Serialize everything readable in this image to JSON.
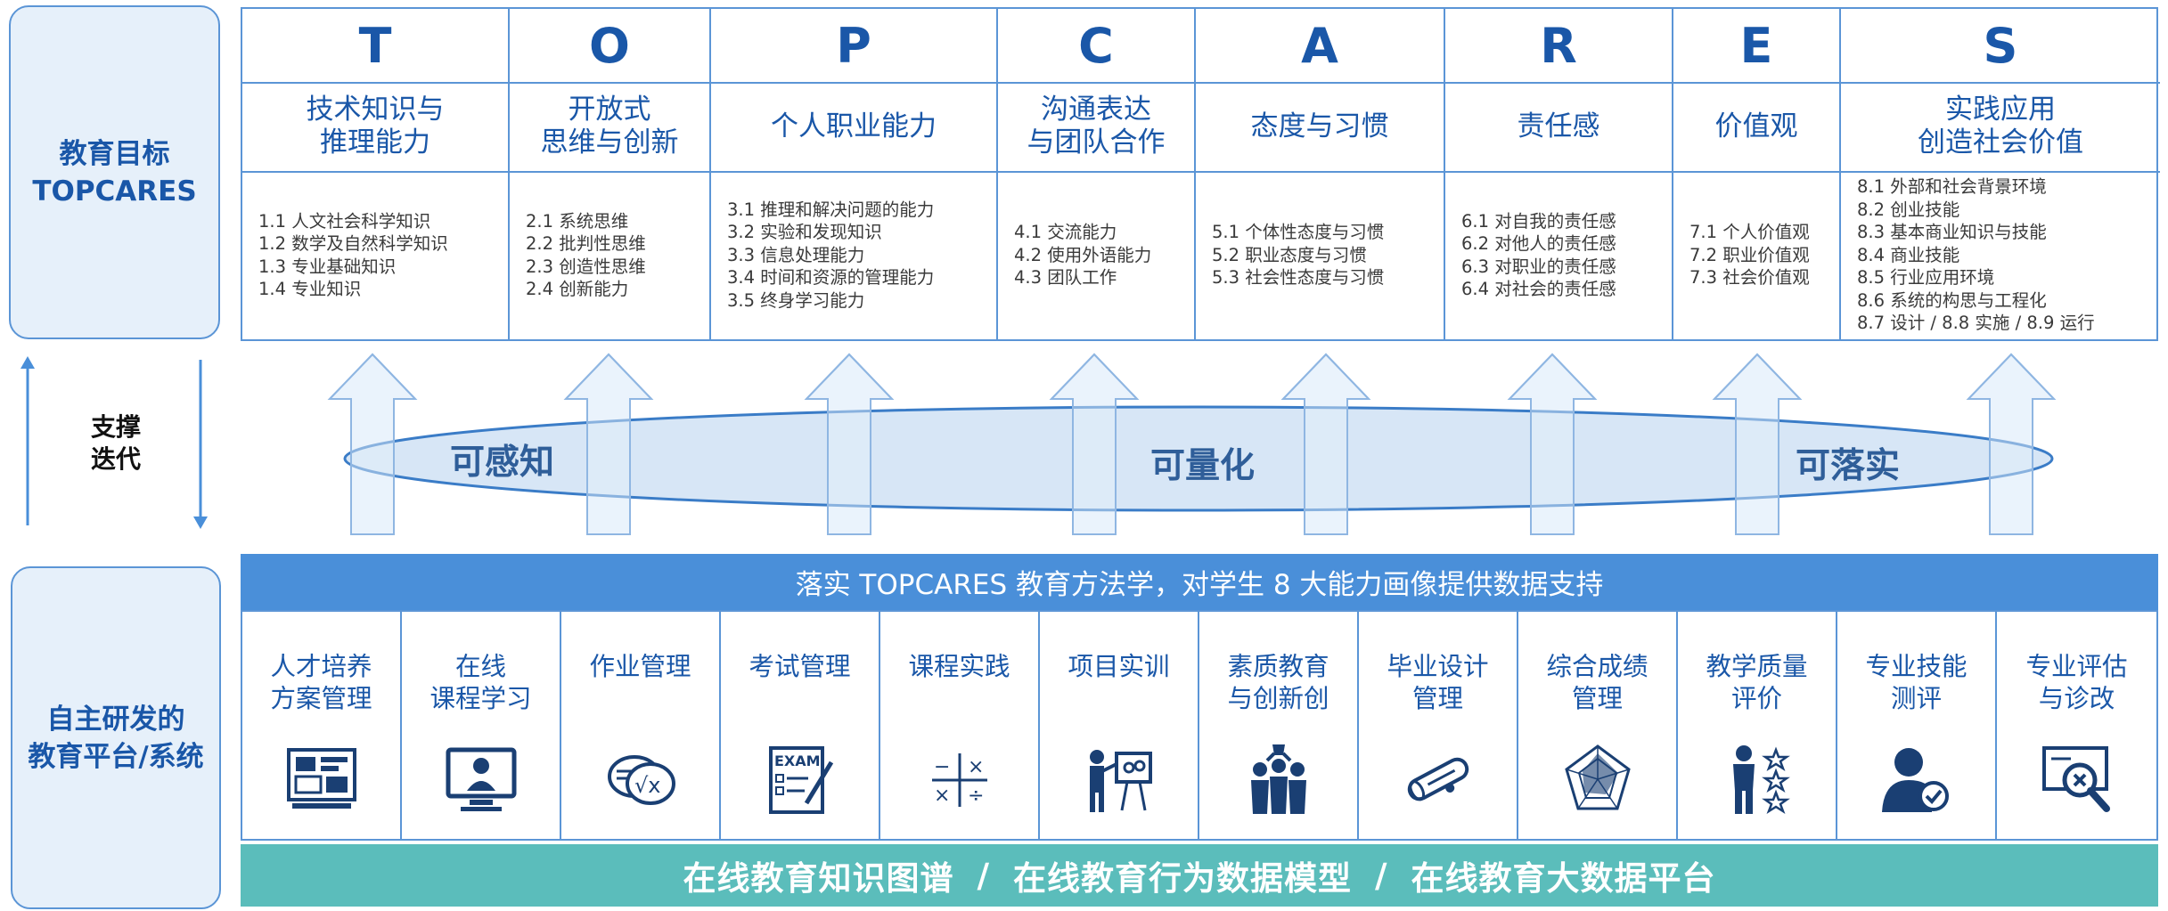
{
  "goals": {
    "side_label_line1": "教育目标",
    "side_label_line2": "TOPCARES",
    "columns": [
      {
        "letter": "T",
        "title": "技术知识与\n推理能力",
        "items": [
          "1.1 人文社会科学知识",
          "1.2 数学及自然科学知识",
          "1.3 专业基础知识",
          "1.4 专业知识"
        ]
      },
      {
        "letter": "O",
        "title": "开放式\n思维与创新",
        "items": [
          "2.1 系统思维",
          "2.2 批判性思维",
          "2.3 创造性思维",
          "2.4 创新能力"
        ]
      },
      {
        "letter": "P",
        "title": "个人职业能力",
        "items": [
          "3.1 推理和解决问题的能力",
          "3.2 实验和发现知识",
          "3.3 信息处理能力",
          "3.4 时间和资源的管理能力",
          "3.5 终身学习能力"
        ]
      },
      {
        "letter": "C",
        "title": "沟通表达\n与团队合作",
        "items": [
          "4.1 交流能力",
          "4.2 使用外语能力",
          "4.3 团队工作"
        ]
      },
      {
        "letter": "A",
        "title": "态度与习惯",
        "items": [
          "5.1 个体性态度与习惯",
          "5.2 职业态度与习惯",
          "5.3 社会性态度与习惯"
        ]
      },
      {
        "letter": "R",
        "title": "责任感",
        "items": [
          "6.1 对自我的责任感",
          "6.2 对他人的责任感",
          "6.3 对职业的责任感",
          "6.4 对社会的责任感"
        ]
      },
      {
        "letter": "E",
        "title": "价值观",
        "items": [
          "7.1 个人价值观",
          "7.2 职业价值观",
          "7.3 社会价值观"
        ]
      },
      {
        "letter": "S",
        "title": "实践应用\n创造社会价值",
        "items": [
          "8.1 外部和社会背景环境",
          "8.2 创业技能",
          "8.3 基本商业知识与技能",
          "8.4 商业技能",
          "8.5 行业应用环境",
          "8.6 系统的构思与工程化",
          "8.7 设计 / 8.8 实施 / 8.9 运行"
        ]
      }
    ]
  },
  "support": {
    "label_line1": "支撑",
    "label_line2": "迭代",
    "ellipse_labels": [
      "可感知",
      "可量化",
      "可落实"
    ]
  },
  "platform": {
    "side_label_line1": "自主研发的",
    "side_label_line2": "教育平台/系统",
    "banner": "落实 TOPCARES 教育方法学，对学生 8 大能力画像提供数据支持",
    "systems": [
      {
        "title": "人才培养\n方案管理",
        "icon": "plan-board-icon"
      },
      {
        "title": "在线\n课程学习",
        "icon": "online-monitor-icon"
      },
      {
        "title": "作业管理",
        "icon": "homework-chat-icon"
      },
      {
        "title": "考试管理",
        "icon": "exam-paper-icon"
      },
      {
        "title": "课程实践",
        "icon": "math-symbols-icon"
      },
      {
        "title": "项目实训",
        "icon": "presenter-board-icon"
      },
      {
        "title": "素质教育\n与创新创",
        "icon": "team-trophy-icon"
      },
      {
        "title": "毕业设计\n管理",
        "icon": "diploma-scroll-icon"
      },
      {
        "title": "综合成绩\n管理",
        "icon": "radar-chart-icon"
      },
      {
        "title": "教学质量\n评价",
        "icon": "person-stars-icon"
      },
      {
        "title": "专业技能\n测评",
        "icon": "user-target-icon"
      },
      {
        "title": "专业评估\n与诊改",
        "icon": "magnify-diagnose-icon"
      }
    ],
    "footer": [
      "在线教育知识图谱",
      "在线教育行为数据模型",
      "在线教育大数据平台"
    ],
    "footer_sep": "/"
  },
  "colors": {
    "primary": "#1a57a8",
    "border": "#5b95d6",
    "banner": "#4a8fd9",
    "footer": "#5bbdbb",
    "ellipse": "#d6e6f7"
  }
}
